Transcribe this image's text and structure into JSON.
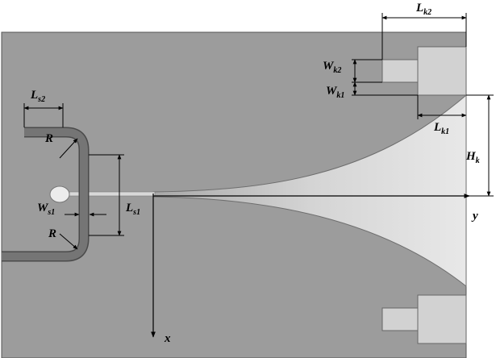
{
  "figure": {
    "labels": {
      "lk2": {
        "main": "L",
        "sub": "k2"
      },
      "wk2": {
        "main": "W",
        "sub": "k2"
      },
      "wk1": {
        "main": "W",
        "sub": "k1"
      },
      "lk1": {
        "main": "L",
        "sub": "k1"
      },
      "hk": {
        "main": "H",
        "sub": "k"
      },
      "ls2": {
        "main": "L",
        "sub": "s2"
      },
      "r_top": {
        "main": "R",
        "sub": ""
      },
      "r_bot": {
        "main": "R",
        "sub": ""
      },
      "ws1": {
        "main": "W",
        "sub": "s1"
      },
      "ls1": {
        "main": "L",
        "sub": "s1"
      },
      "x_axis": {
        "main": "x",
        "sub": ""
      },
      "y_axis": {
        "main": "y",
        "sub": ""
      }
    },
    "colors": {
      "substrate": "#9c9c9c",
      "slot": "#d9d9d9",
      "feed": "#6f6f6f",
      "line": "#000000"
    }
  }
}
